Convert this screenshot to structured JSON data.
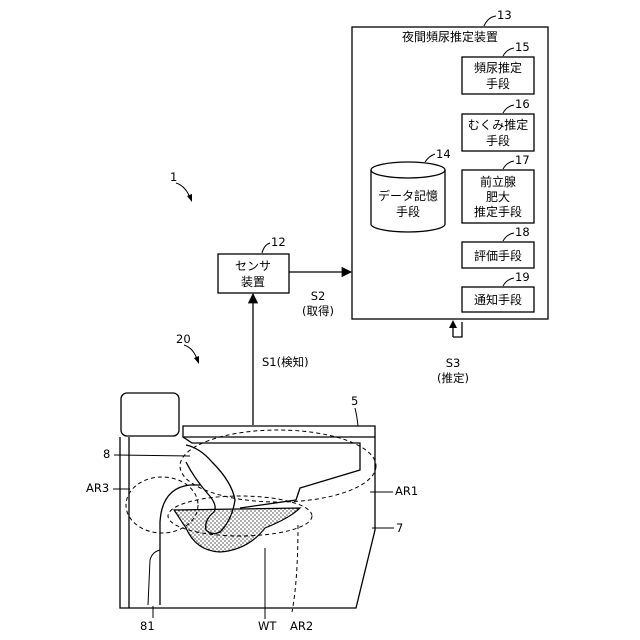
{
  "system_ref": "1",
  "toilet_ref": "20",
  "estimator": {
    "ref": "13",
    "title": "夜間頻尿推定装置",
    "database": {
      "ref": "14",
      "line1": "データ記憶",
      "line2": "手段"
    },
    "units": [
      {
        "ref": "15",
        "lines": [
          "頻尿推定",
          "手段"
        ]
      },
      {
        "ref": "16",
        "lines": [
          "むくみ推定",
          "手段"
        ]
      },
      {
        "ref": "17",
        "lines": [
          "前立腺",
          "肥大",
          "推定手段"
        ]
      },
      {
        "ref": "18",
        "lines": [
          "評価手段"
        ]
      },
      {
        "ref": "19",
        "lines": [
          "通知手段"
        ]
      }
    ]
  },
  "sensor": {
    "ref": "12",
    "line1": "センサ",
    "line2": "装置"
  },
  "signals": {
    "s1": "S1(検知)",
    "s2_code": "S2",
    "s2_desc": "(取得)",
    "s3_code": "S3",
    "s3_desc": "(推定)"
  },
  "toilet_labels": {
    "seat": "5",
    "body": "7",
    "pipe": "8",
    "base": "81",
    "water": "WT",
    "ar1": "AR1",
    "ar2": "AR2",
    "ar3": "AR3"
  }
}
